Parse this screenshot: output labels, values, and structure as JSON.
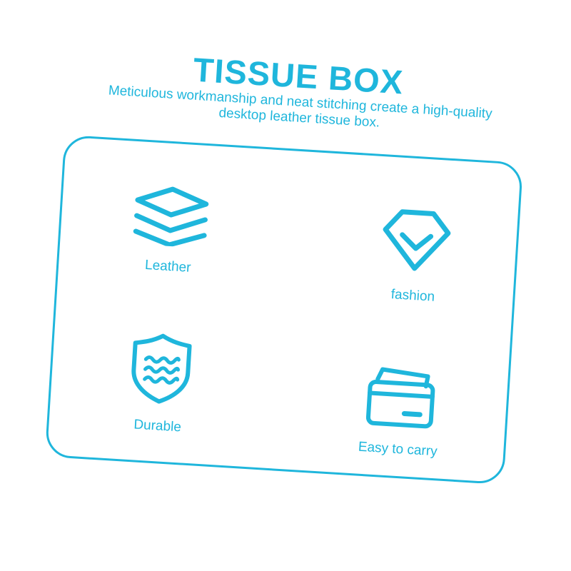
{
  "header": {
    "title": "TISSUE BOX",
    "subtitle": "Meticulous workmanship and neat stitching create a high-quality desktop leather tissue box."
  },
  "features": [
    {
      "label": "Leather",
      "icon": "layers-icon"
    },
    {
      "label": "fashion",
      "icon": "diamond-check-icon"
    },
    {
      "label": "Durable",
      "icon": "shield-waves-icon"
    },
    {
      "label": "Easy to carry",
      "icon": "wallet-icon"
    }
  ],
  "colors": {
    "accent": "#1fb6dc",
    "background": "#ffffff"
  }
}
